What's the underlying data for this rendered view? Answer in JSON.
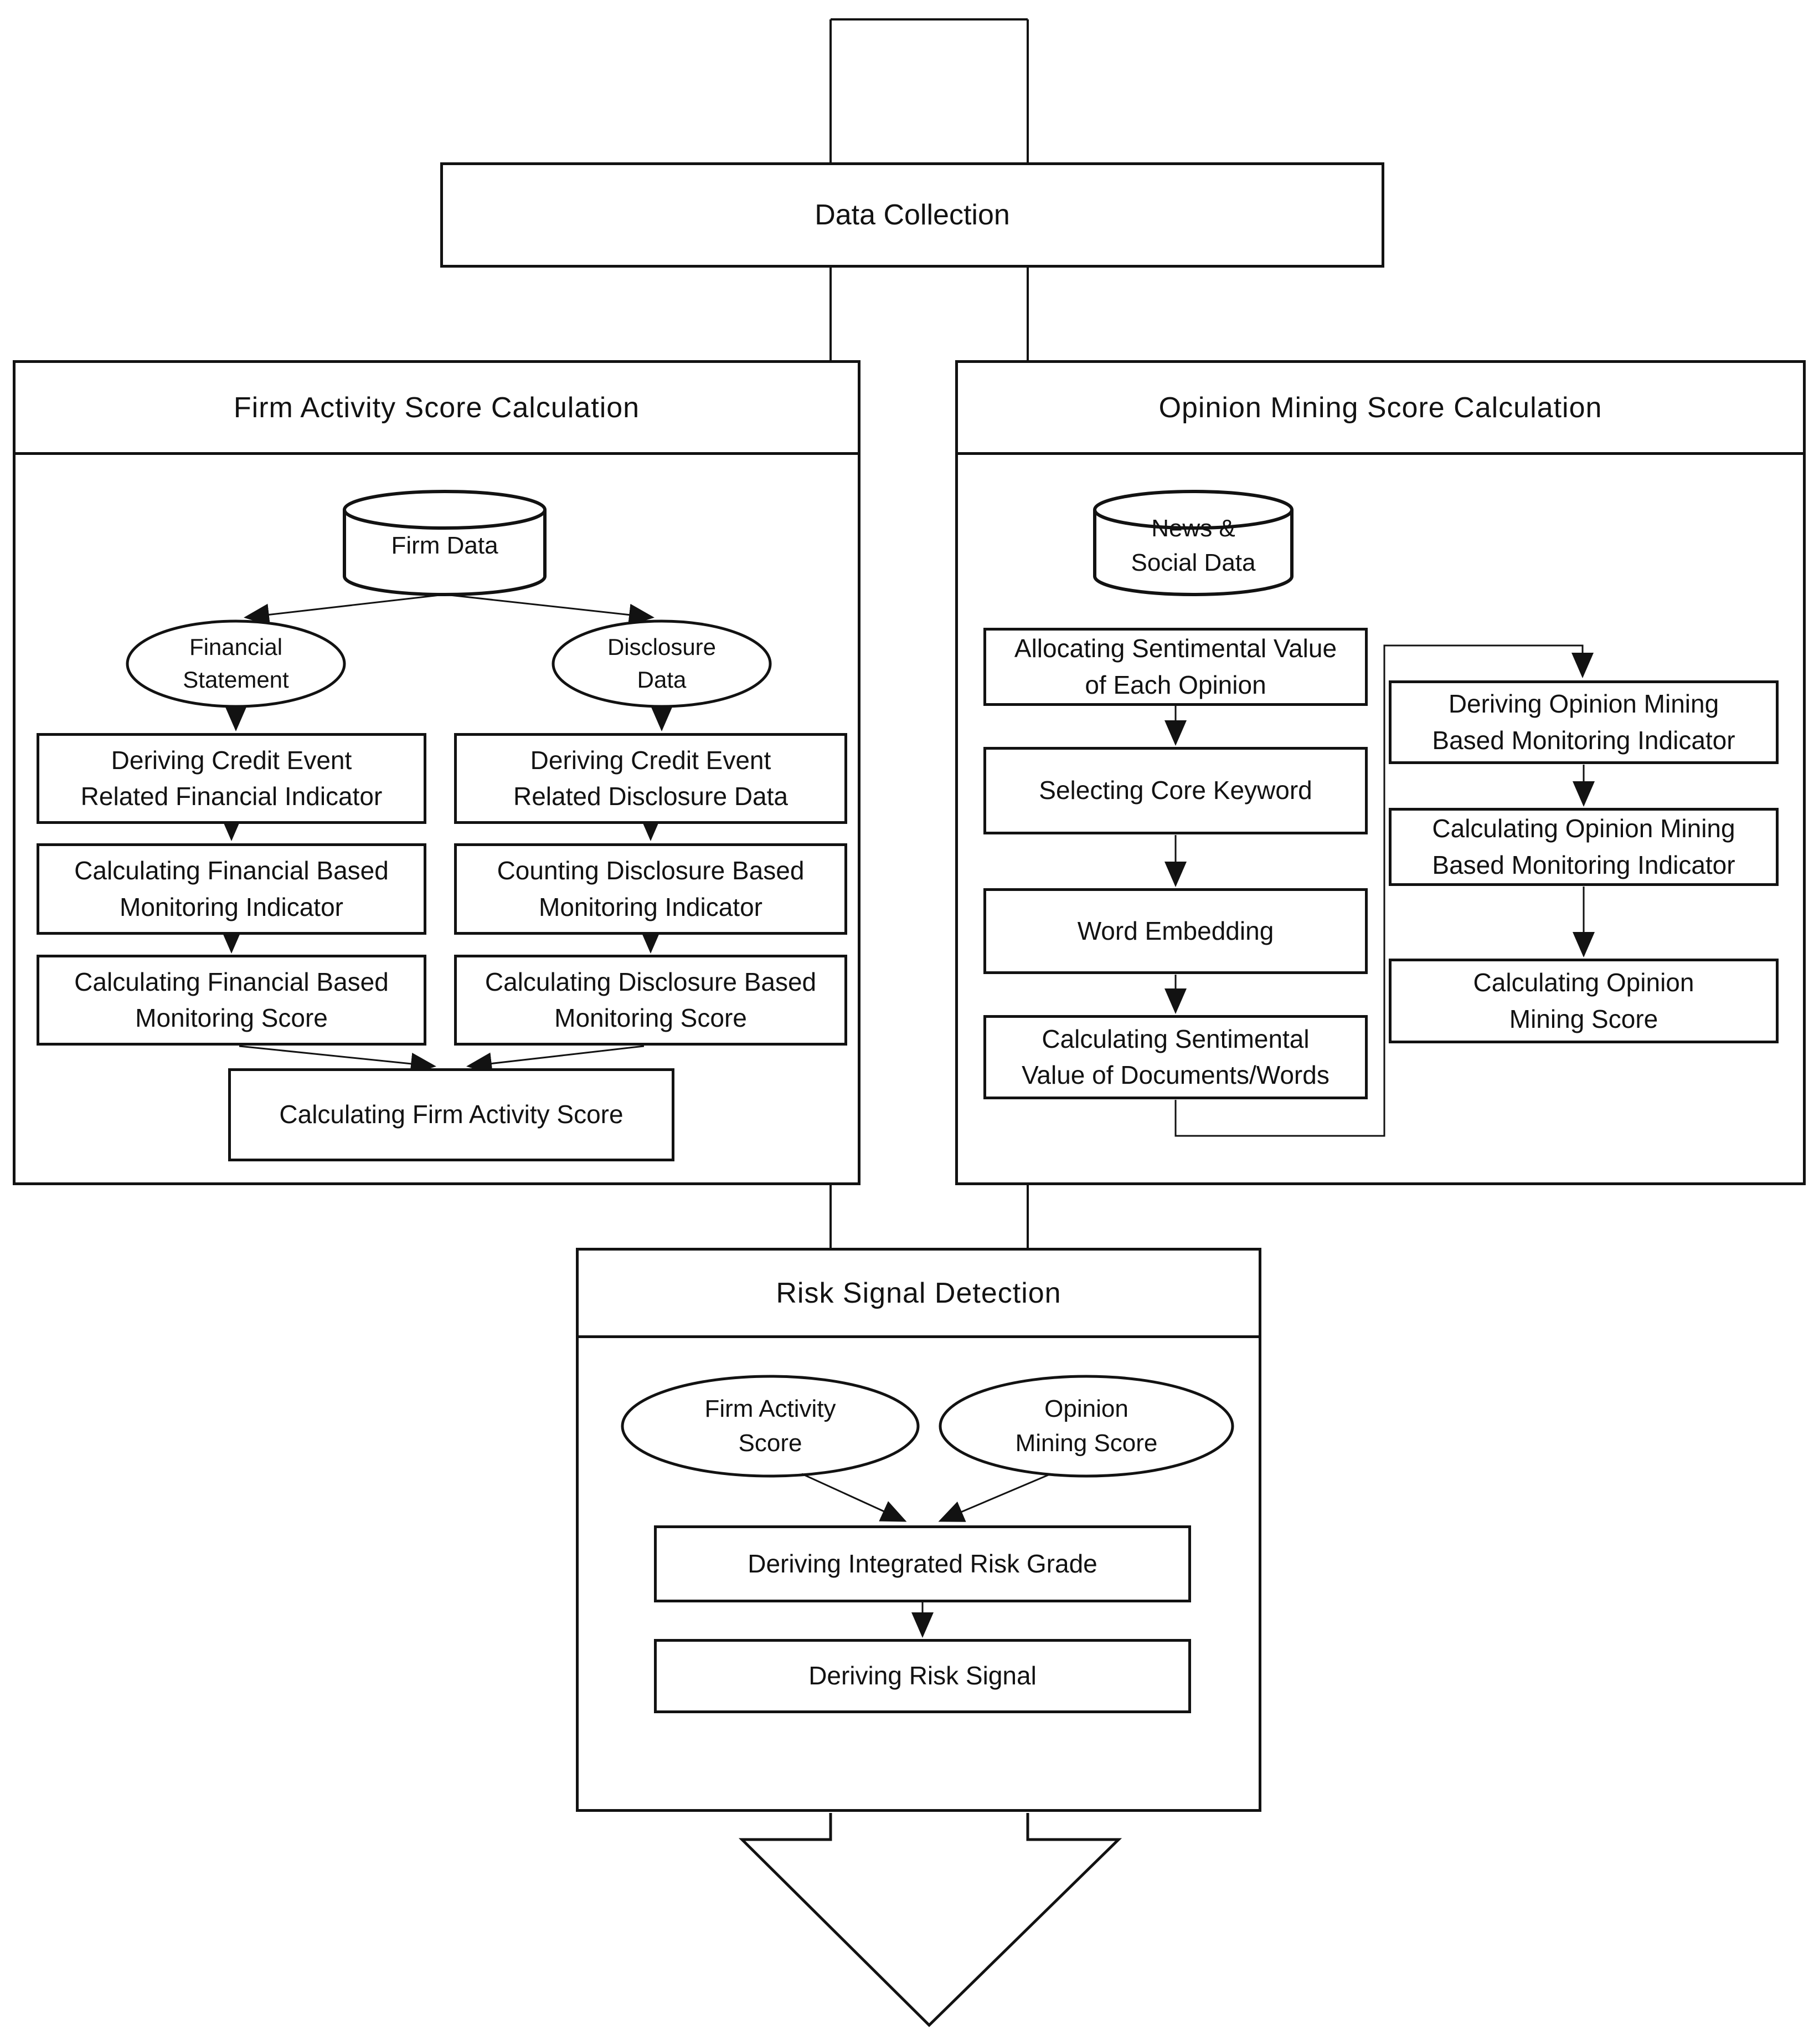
{
  "diagram": {
    "data_collection": "Data Collection",
    "firm_panel": {
      "title": "Firm Activity Score Calculation",
      "database": "Firm Data",
      "financial_source": "Financial\nStatement",
      "disclosure_source": "Disclosure\nData",
      "boxes": {
        "deriving_financial": "Deriving Credit Event\nRelated Financial Indicator",
        "calc_financial_indicator": "Calculating Financial Based\nMonitoring Indicator",
        "calc_financial_score": "Calculating Financial Based\nMonitoring Score",
        "deriving_disclosure": "Deriving Credit Event\nRelated Disclosure Data",
        "counting_disclosure": "Counting Disclosure Based\nMonitoring Indicator",
        "calc_disclosure_score": "Calculating Disclosure Based\nMonitoring Score",
        "calc_firm_activity": "Calculating Firm Activity Score"
      }
    },
    "opinion_panel": {
      "title": "Opinion Mining Score Calculation",
      "database": "News &\nSocial Data",
      "boxes": {
        "allocating": "Allocating Sentimental Value\nof Each Opinion",
        "selecting": "Selecting Core Keyword",
        "embedding": "Word Embedding",
        "calc_sentimental": "Calculating Sentimental\nValue of Documents/Words",
        "deriving_indicator": "Deriving Opinion Mining\nBased Monitoring Indicator",
        "calc_indicator": "Calculating Opinion Mining\nBased Monitoring Indicator",
        "calc_score": "Calculating Opinion\nMining Score"
      }
    },
    "risk_panel": {
      "title": "Risk Signal Detection",
      "firm_activity_ellipse": "Firm Activity\nScore",
      "opinion_mining_ellipse": "Opinion\nMining Score",
      "boxes": {
        "integrated_grade": "Deriving Integrated Risk Grade",
        "risk_signal": "Deriving Risk Signal"
      }
    },
    "colors": {
      "stroke": "#121212",
      "background": "#ffffff"
    }
  }
}
